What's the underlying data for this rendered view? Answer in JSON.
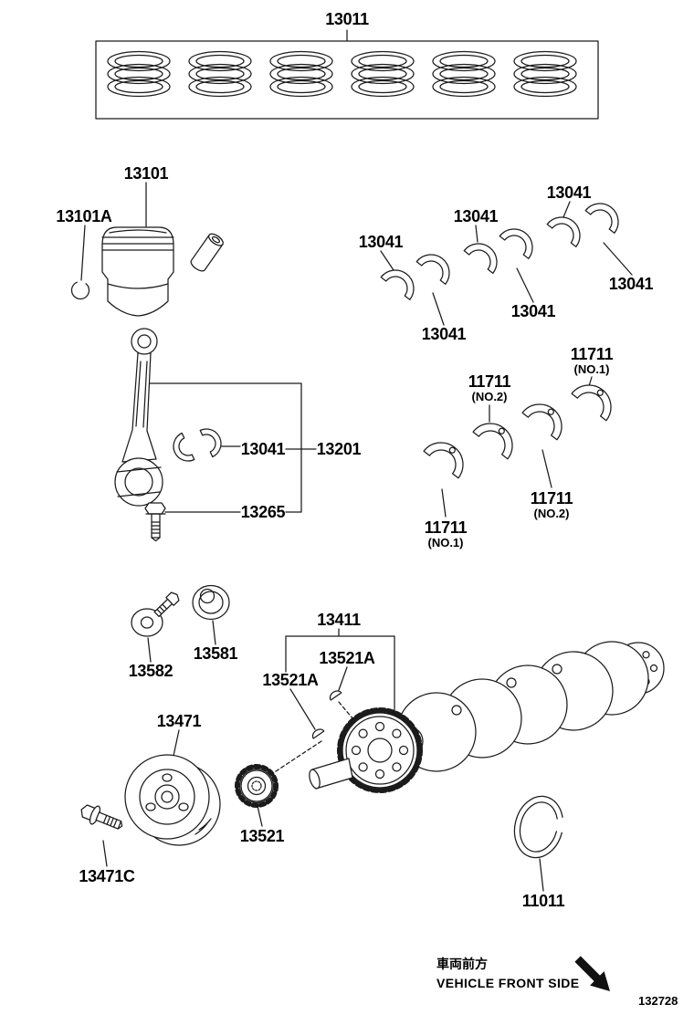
{
  "page": {
    "code": "132728",
    "front_note_jp": "車両前方",
    "front_note_en": "VEHICLE FRONT SIDE"
  },
  "labels": [
    {
      "part": "piston-ring-set",
      "text": "13011"
    },
    {
      "part": "piston",
      "text": "13101"
    },
    {
      "part": "piston-pin-snap-ring",
      "text": "13101A"
    },
    {
      "part": "rod-bearing",
      "text": "13041"
    },
    {
      "part": "connecting-rod",
      "text": "13201"
    },
    {
      "part": "connecting-rod-bolt",
      "text": "13265"
    },
    {
      "part": "crank-bearing-upper-1",
      "text": "13041"
    },
    {
      "part": "crank-bearing-upper-2",
      "text": "13041"
    },
    {
      "part": "crank-bearing-upper-3",
      "text": "13041"
    },
    {
      "part": "crank-bearing-lower-1",
      "text": "13041"
    },
    {
      "part": "crank-bearing-lower-2",
      "text": "13041"
    },
    {
      "part": "crank-bearing-lower-3",
      "text": "13041"
    },
    {
      "part": "main-bearing-no1-top",
      "text": "11711",
      "sub": "(NO.1)"
    },
    {
      "part": "main-bearing-no2-top",
      "text": "11711",
      "sub": "(NO.2)"
    },
    {
      "part": "main-bearing-no2-bottom",
      "text": "11711",
      "sub": "(NO.2)"
    },
    {
      "part": "main-bearing-no1-bottom",
      "text": "11711",
      "sub": "(NO.1)"
    },
    {
      "part": "sensor-plate",
      "text": "13582"
    },
    {
      "part": "spacer",
      "text": "13581"
    },
    {
      "part": "crankshaft",
      "text": "13411"
    },
    {
      "part": "crankshaft-key-a",
      "text": "13521A"
    },
    {
      "part": "crankshaft-key-b",
      "text": "13521A"
    },
    {
      "part": "crankshaft-pulley",
      "text": "13471"
    },
    {
      "part": "crankshaft-timing-sprocket",
      "text": "13521"
    },
    {
      "part": "crankshaft-pulley-bolt",
      "text": "13471C"
    },
    {
      "part": "crankshaft-bearing-ring",
      "text": "11011"
    }
  ]
}
